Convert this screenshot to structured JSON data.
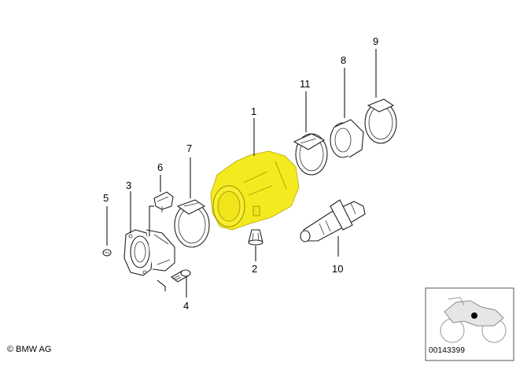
{
  "callouts": {
    "c1": "1",
    "c2": "2",
    "c3": "3",
    "c4": "4",
    "c5": "5",
    "c6": "6",
    "c7": "7",
    "c8": "8",
    "c9": "9",
    "c10": "10",
    "c11": "11"
  },
  "footer": {
    "copyright": "© BMW AG",
    "reference_id": "00143399"
  },
  "colors": {
    "highlight": "#f4ea20",
    "line": "#000000",
    "background": "#ffffff"
  }
}
